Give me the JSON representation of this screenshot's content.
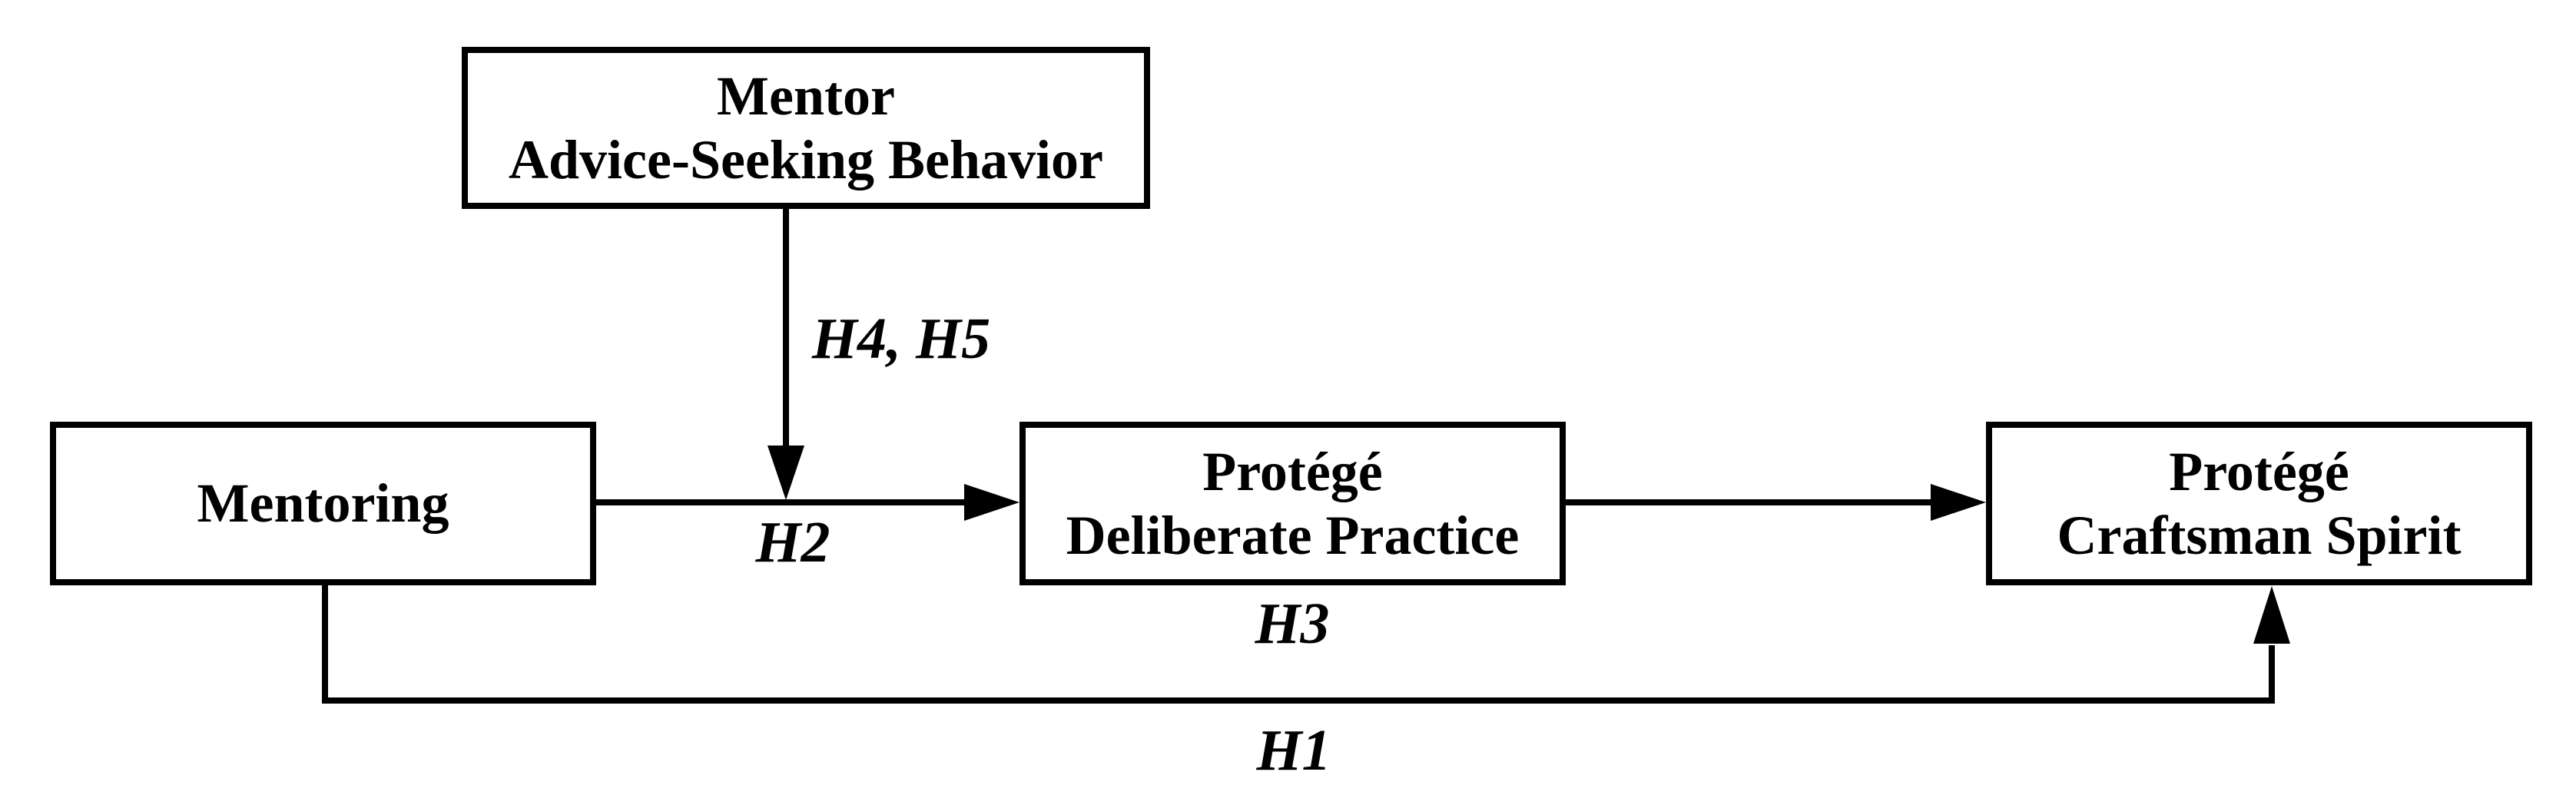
{
  "diagram": {
    "type": "hypothesis-path-model",
    "background_color": "#ffffff",
    "line_color": "#000000",
    "text_color": "#000000",
    "nodes": [
      {
        "id": "mentor-advice-seeking-behavior",
        "lines": [
          "Mentor",
          "Advice-Seeking Behavior"
        ]
      },
      {
        "id": "mentoring",
        "lines": [
          "Mentoring"
        ]
      },
      {
        "id": "protege-deliberate-practice",
        "lines": [
          "Protégé",
          "Deliberate Practice"
        ]
      },
      {
        "id": "protege-craftsman-spirit",
        "lines": [
          "Protégé",
          "Craftsman Spirit"
        ]
      }
    ],
    "edges": [
      {
        "id": "h1",
        "label": "H1",
        "from": "mentoring",
        "to": "protege-craftsman-spirit",
        "shape": "bottom-elbow-path"
      },
      {
        "id": "h2",
        "label": "H2",
        "from": "mentoring",
        "to": "protege-deliberate-practice",
        "shape": "straight-right"
      },
      {
        "id": "h3",
        "label": "H3",
        "from": "protege-deliberate-practice",
        "to": "protege-craftsman-spirit",
        "shape": "straight-right"
      },
      {
        "id": "h4-h5",
        "label": "H4, H5",
        "from": "mentor-advice-seeking-behavior",
        "to": "h2-arrow-midpoint",
        "shape": "straight-down"
      }
    ]
  }
}
